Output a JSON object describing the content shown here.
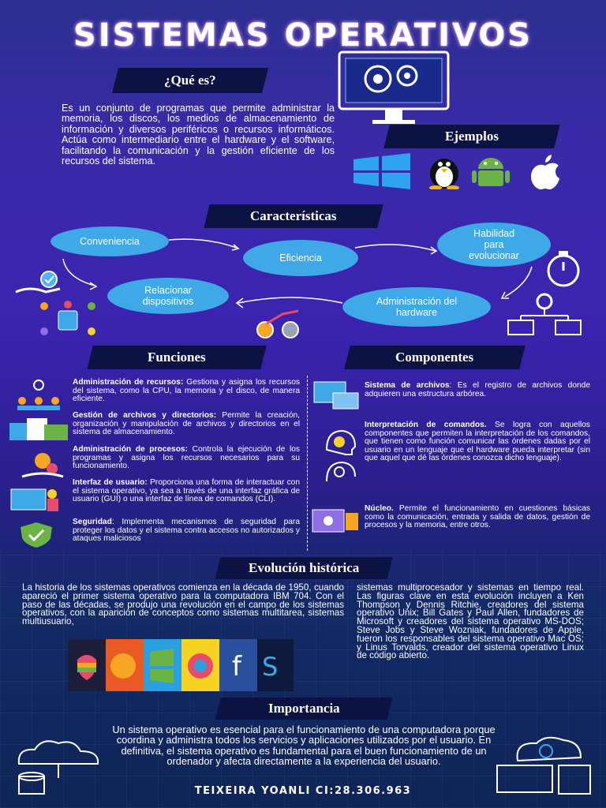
{
  "title": "SISTEMAS OPERATIVOS",
  "que_es": {
    "heading": "¿Qué es?",
    "text": "Es un conjunto de programas que permite administrar la memoria, los discos, los medios de almacenamiento de información y diversos periféricos o recursos informáticos. Actúa como intermediario entre el hardware y el software, facilitando la comunicación y la gestión eficiente de los recursos del sistema."
  },
  "ejemplos": {
    "heading": "Ejemplos"
  },
  "caracteristicas": {
    "heading": "Características",
    "items": [
      "Conveniencia",
      "Eficiencia",
      "Habilidad para evolucionar",
      "Relacionar dispositivos",
      "Administración del hardware"
    ]
  },
  "funciones": {
    "heading": "Funciones",
    "items": [
      {
        "title": "Administración de recursos:",
        "text": "Gestiona y asigna los recursos del sistema, como la CPU, la memoria y el disco, de manera eficiente."
      },
      {
        "title": "Gestión de archivos y directorios:",
        "text": "Permite la creación, organización y manipulación de archivos y directorios en el sistema de almacenamiento."
      },
      {
        "title": "Administración de procesos:",
        "text": "Controla la ejecución de los programas y asigna los recursos necesarios para su funcionamiento."
      },
      {
        "title": "Interfaz de usuario:",
        "text": "Proporciona una forma de interactuar con el sistema operativo, ya sea a través de una interfaz gráfica de usuario (GUI) o una interfaz de línea de comandos (CLI)."
      },
      {
        "title": "Seguridad",
        "text": ": Implementa mecanismos de seguridad para proteger los datos y el sistema contra accesos no autorizados y ataques maliciosos"
      }
    ]
  },
  "componentes": {
    "heading": "Componentes",
    "items": [
      {
        "title": "Sistema de archivos",
        "text": ": Es el registro de archivos donde adquieren una estructura arbórea."
      },
      {
        "title": "Interpretación de comandos.",
        "text": " Se logra con aquellos componentes que permiten la interpretación de los comandos, que tienen como función comunicar las órdenes dadas por el usuario en un lenguaje que el hardware pueda interpretar (sin que aquel que dé las órdenes conozca dicho lenguaje)."
      },
      {
        "title": "Núcleo.",
        "text": " Permite el funcionamiento en cuestiones básicas como la comunicación, entrada y salida de datos, gestión de procesos y la memoria, entre otros."
      }
    ]
  },
  "evolucion": {
    "heading": "Evolución histórica",
    "left": "La historia de los sistemas operativos comienza en la década de 1950, cuando apareció el primer sistema operativo para la computadora IBM 704. Con el paso de las décadas, se produjo una revolución en el campo de los sistemas operativos, con la aparición de conceptos como sistemas multitarea, sistemas multiusuario,",
    "right": "sistemas multiprocesador y sistemas en tiempo real. Las figuras clave en esta evolución incluyen a Ken Thompson y Dennis Ritchie, creadores del sistema operativo Unix; Bill Gates y Paul Allen, fundadores de Microsoft y creadores del sistema operativo MS-DOS; Steve Jobs y Steve Wozniak, fundadores de Apple, fueron los responsables del sistema operativo Mac OS; y Linus Torvalds, creador del sistema operativo Linux de código abierto."
  },
  "importancia": {
    "heading": "Importancia",
    "text": "Un sistema operativo es esencial para el funcionamiento de una computadora porque coordina y administra todos los servicios y aplicaciones utilizados por el usuario. En definitiva, el sistema operativo es fundamental para el buen funcionamiento de un ordenador y afecta directamente a la experiencia del usuario."
  },
  "footer": "TEIXEIRA YOANLI CI:28.306.963",
  "colors": {
    "banner": "#0c1242",
    "pill": "#3ea9e6",
    "accent_title": "#d89bff"
  }
}
